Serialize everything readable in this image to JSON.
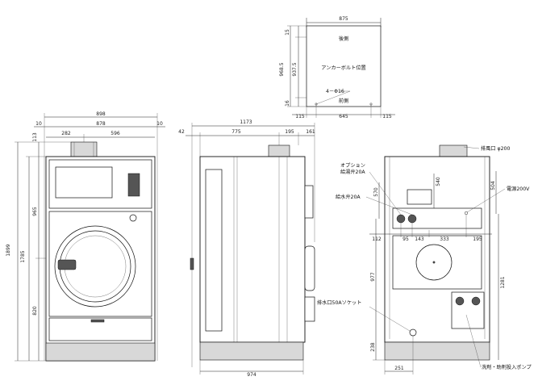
{
  "plan": {
    "width": "875",
    "back_label": "後側",
    "front_label": "前側",
    "anchor_label": "アンカーボルト位置",
    "bolt_label": "4－Φ16",
    "left_dims": [
      "15",
      "968.5",
      "937.5",
      "16"
    ],
    "bottom_dims": [
      "115",
      "645",
      "115"
    ]
  },
  "front": {
    "total_width": "898",
    "dims_row2": [
      "10",
      "878",
      "10"
    ],
    "dims_row3": [
      "282",
      "596"
    ],
    "left_dims": [
      "113",
      "1899",
      "1785",
      "965",
      "820"
    ]
  },
  "side": {
    "total_width": "1173",
    "dims_row2": [
      "42",
      "775",
      "195",
      "161"
    ],
    "bottom_width": "974"
  },
  "back": {
    "dims": [
      "540",
      "570",
      "504",
      "112",
      "95",
      "143",
      "333",
      "195",
      "977",
      "1281",
      "238",
      "251"
    ],
    "labels": {
      "exhaust": "排風口 φ200",
      "power": "電源200V",
      "option": "オプション",
      "hot_valve": "給湯弁20A",
      "water_valve": "給水弁20A",
      "drain": "排水口50Aソケット",
      "pump": "洗剤・助剤投入ポンプ"
    }
  }
}
